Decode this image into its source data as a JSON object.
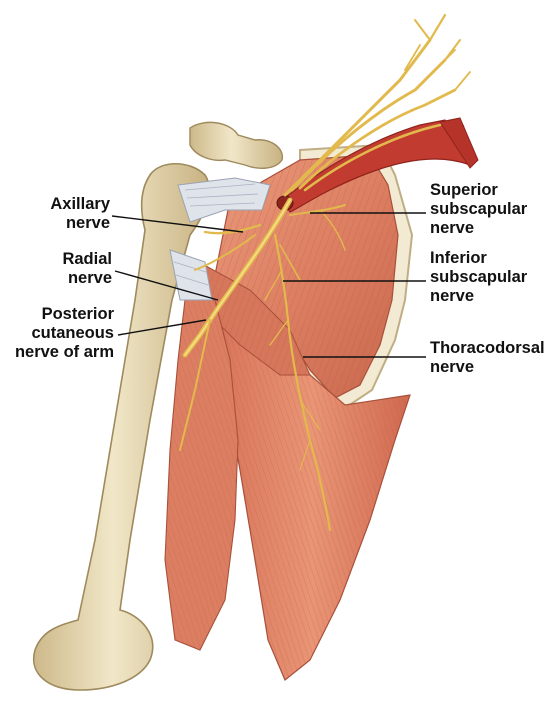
{
  "labels": {
    "axillary": [
      "Axillary",
      "nerve"
    ],
    "radial": [
      "Radial",
      "nerve"
    ],
    "posterior": [
      "Posterior",
      "cutaneous",
      "nerve of arm"
    ],
    "superior": [
      "Superior",
      "subscapular",
      "nerve"
    ],
    "inferior": [
      "Inferior",
      "subscapular",
      "nerve"
    ],
    "thoracodorsal": [
      "Thoracodorsal",
      "nerve"
    ]
  },
  "colors": {
    "bone": "#ece0bd",
    "bone_shadow": "#c9b78a",
    "muscle": "#e0876a",
    "muscle_dark": "#b85a43",
    "muscle_light": "#f0a88c",
    "nerve": "#e2b94c",
    "nerve_light": "#f6dc82",
    "artery": "#c23b30",
    "tendon": "#dfe3ea",
    "leader": "#111111"
  }
}
